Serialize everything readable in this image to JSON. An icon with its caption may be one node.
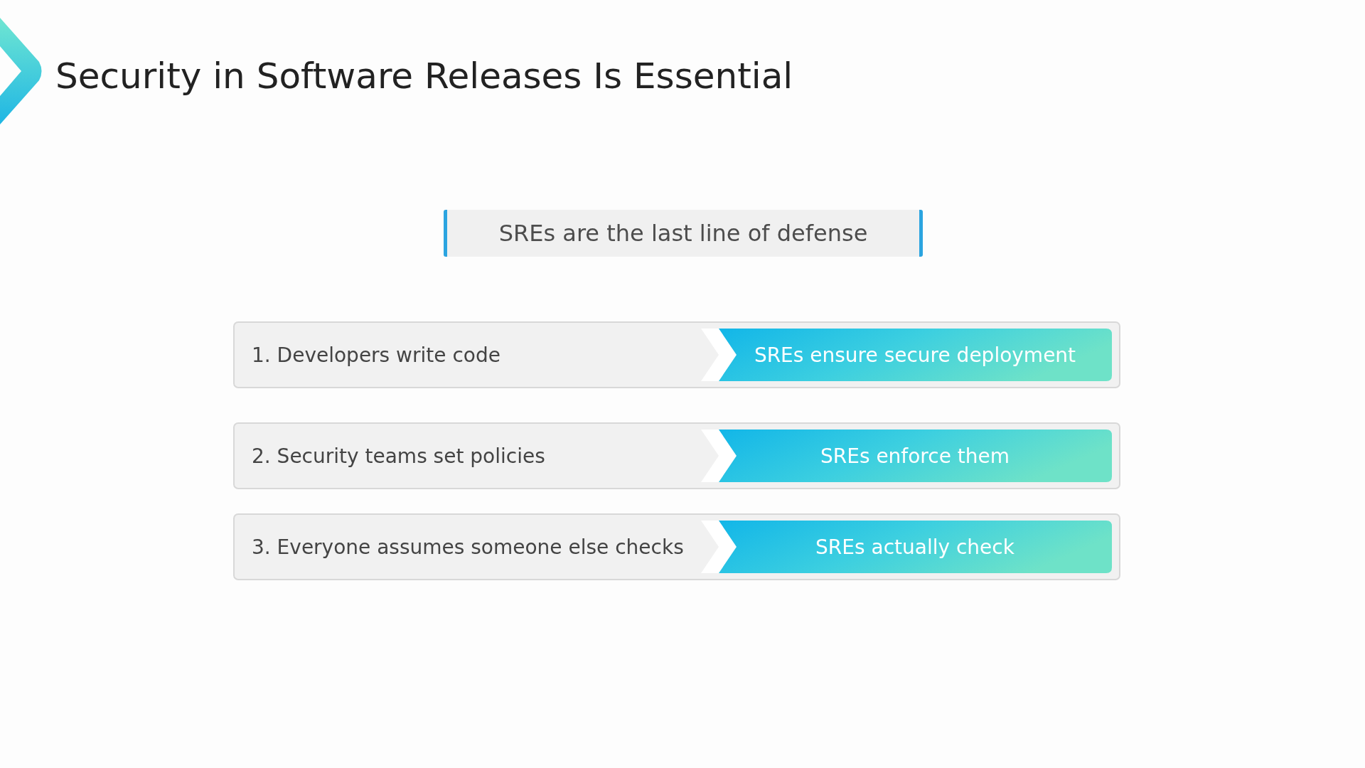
{
  "diagram": {
    "title": "Security in Software Releases Is Essential",
    "nodes": [
      {
        "text": [
          "SREs are the last line of defense"
        ]
      },
      {
        "text": [
          "1. Developers write code"
        ]
      },
      {
        "text": [
          "SREs ensure secure deployment"
        ],
        "in": 1
      },
      {
        "text": [
          "2. Security teams set policies"
        ]
      },
      {
        "text": [
          "SREs enforce them"
        ],
        "in": 3
      },
      {
        "text": [
          "3. Everyone assumes someone else checks"
        ]
      },
      {
        "text": [
          "SREs actually check"
        ],
        "in": 5
      }
    ],
    "edges": []
  }
}
